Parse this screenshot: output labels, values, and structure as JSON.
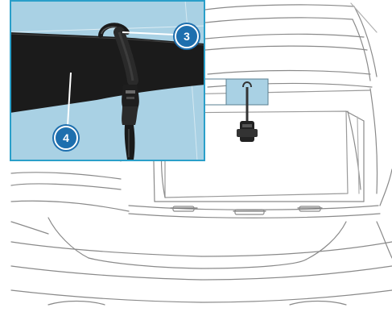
{
  "callouts": [
    {
      "label": "3",
      "refers_to": "strap-loop-attachment"
    },
    {
      "label": "4",
      "refers_to": "floor-cover"
    }
  ],
  "colors": {
    "inset_background": "#a9d1e4",
    "inset_border": "#2a9fc9",
    "highlight_box": "#a9d1e4",
    "callout_fill": "#1e6fae",
    "dark_part": "#1b1b1b",
    "line_art": "#8a8a8a"
  }
}
